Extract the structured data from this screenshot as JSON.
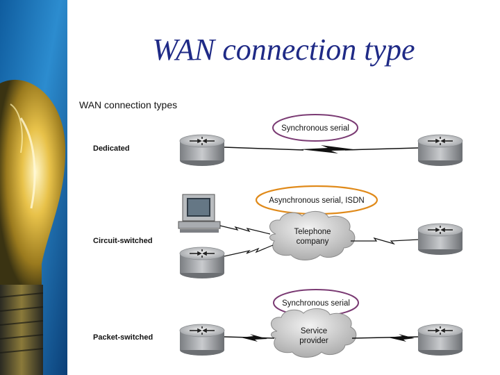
{
  "slide": {
    "title": "WAN connection type"
  },
  "diagram": {
    "heading": "WAN connection types",
    "rows": [
      {
        "label": "Dedicated",
        "link_label": "Synchronous serial"
      },
      {
        "label": "Circuit-switched",
        "link_label": "Asynchronous serial, ISDN",
        "cloud_label_line1": "Telephone",
        "cloud_label_line2": "company"
      },
      {
        "label": "Packet-switched",
        "link_label": "Synchronous serial",
        "cloud_label_line1": "Service",
        "cloud_label_line2": "provider"
      }
    ]
  },
  "colors": {
    "title": "#1f2a86",
    "ellipse_purple": "#7a3a73",
    "ellipse_orange": "#e08a1a",
    "router": "#b9bcbf",
    "cloud": "#c8c8c8",
    "sidebar_blue": "#1b6fb0"
  },
  "icons": [
    "router-icon",
    "computer-icon",
    "cloud-icon",
    "serial-link-icon",
    "lightbulb-image"
  ]
}
